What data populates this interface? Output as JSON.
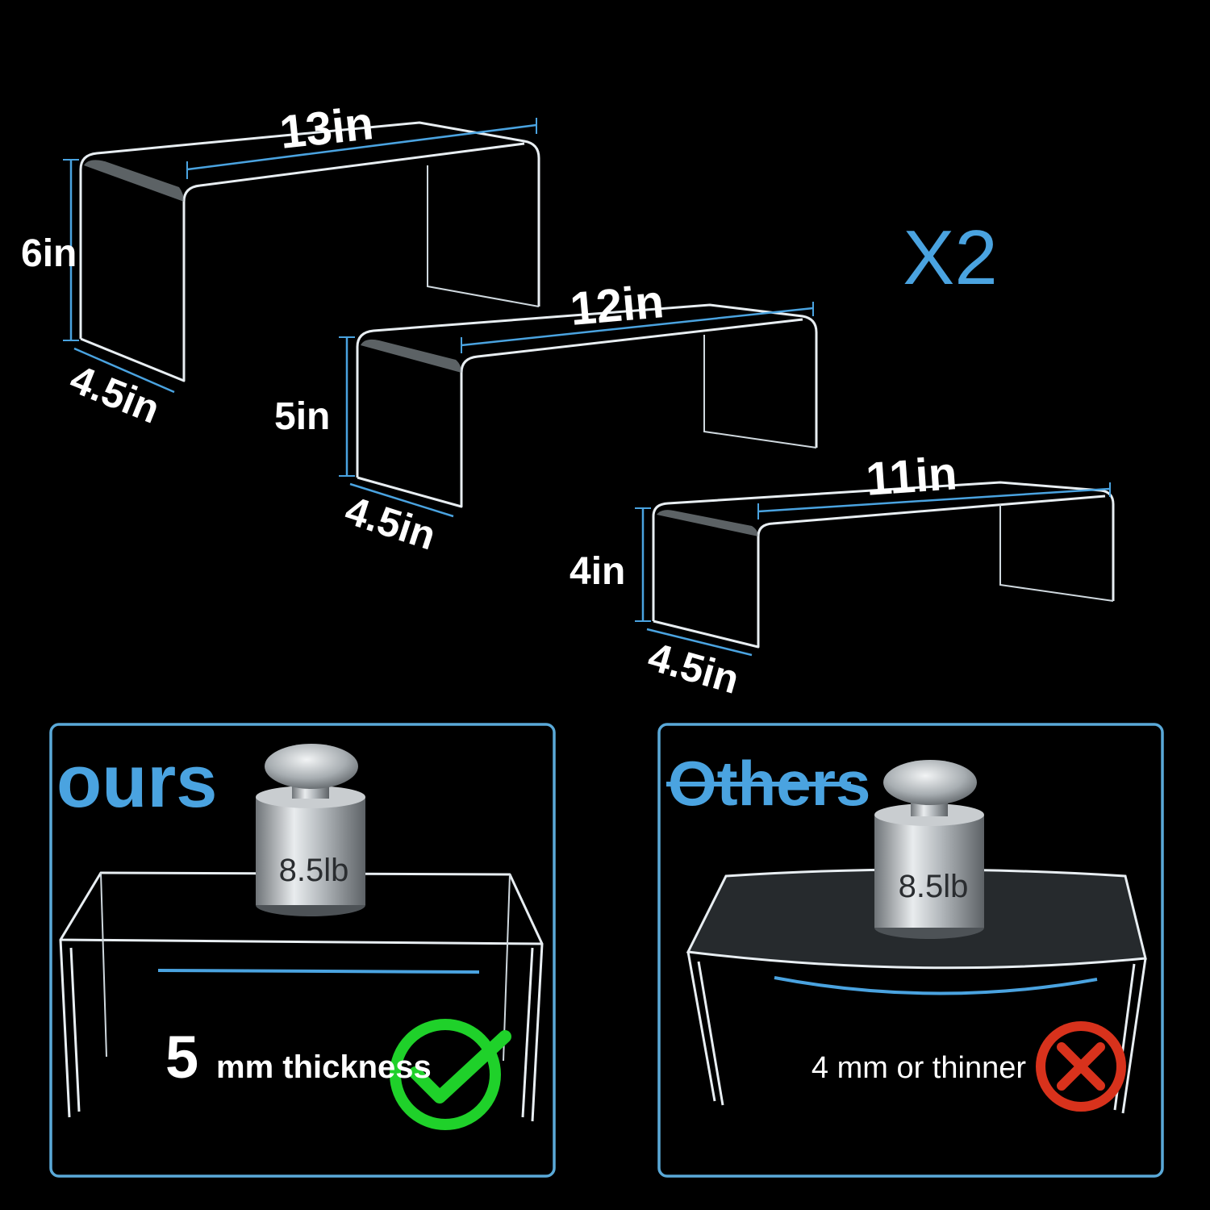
{
  "multiplier": "X2",
  "stands": [
    {
      "width": "13in",
      "height": "6in",
      "depth": "4.5in"
    },
    {
      "width": "12in",
      "height": "5in",
      "depth": "4.5in"
    },
    {
      "width": "11in",
      "height": "4in",
      "depth": "4.5in"
    }
  ],
  "ours": {
    "title": "ours",
    "weight": "8.5lb",
    "thickness_number": "5",
    "thickness_text": "mm thickness",
    "status": "check",
    "status_color": "#1fd12a"
  },
  "others": {
    "title": "Others",
    "weight": "8.5lb",
    "thickness_text": "4 mm or thinner",
    "status": "cross",
    "status_color": "#d8321c"
  },
  "colors": {
    "accent": "#4aa3e0",
    "background": "#000000"
  }
}
